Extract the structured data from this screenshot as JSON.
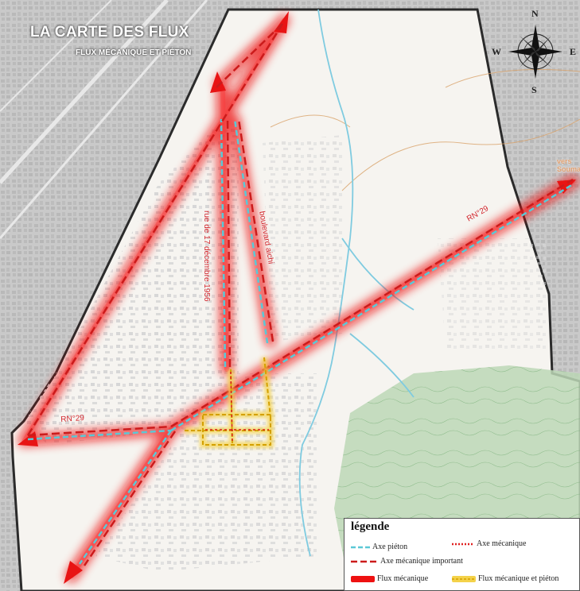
{
  "map": {
    "title": "LA CARTE DES FLUX",
    "subtitle": "FLUX MÉCANIQUE ET PIÉTON",
    "road_labels": {
      "rn29_east": "RN°29",
      "rn29_west": "RN°29",
      "rue_17_decembre": "rue de 17 décembre 1956",
      "boulevard_aichi": "boulevard aichi"
    },
    "place_labels": {
      "vers_soumaa_line1": "vers",
      "vers_soumaa_line2": "Soumaa"
    },
    "compass": {
      "north": "N",
      "south": "S",
      "east": "E",
      "west": "W"
    }
  },
  "legend": {
    "title": "légende",
    "items": [
      {
        "label": "Axe piéton",
        "symbol": "cyan-dashed-line",
        "color": "#5bc8d6"
      },
      {
        "label": "Axe mécanique",
        "symbol": "red-dotted-line",
        "color": "#e02020"
      },
      {
        "label": "Axe mécanique important",
        "symbol": "red-dashed-line",
        "color": "#cc1b1b"
      },
      {
        "label": "Flux mécanique",
        "symbol": "red-glow-bar",
        "color": "#ee1111"
      },
      {
        "label": "Flux mécanique et piéton",
        "symbol": "yellow-glow-bar",
        "color": "#f4d24a"
      }
    ]
  },
  "colors": {
    "flux_red": "#ee1111",
    "pedestrian_cyan": "#5bc8d6",
    "mechanical_red": "#cc1b1b",
    "pedestrian_yellow": "#f2c230",
    "boundary": "#333333",
    "forest_green": "#8fbf8b"
  }
}
